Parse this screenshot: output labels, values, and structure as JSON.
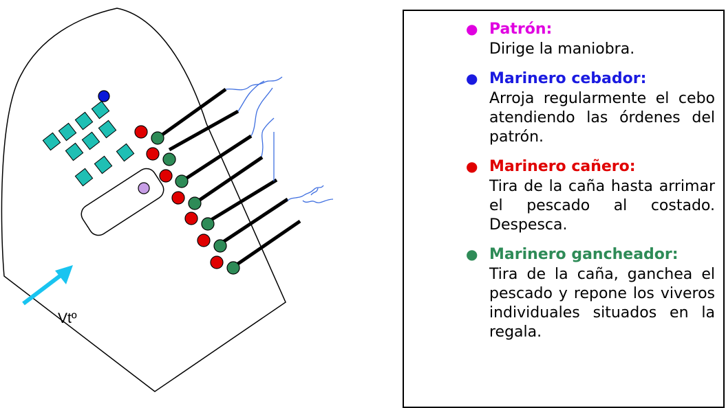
{
  "diagram": {
    "wind_label": "Vtº"
  },
  "legend": {
    "items": [
      {
        "title": "Patrón:",
        "description": "Dirige la maniobra.",
        "color": "#e000e0"
      },
      {
        "title": "Marinero cebador:",
        "description": "Arroja regularmente el cebo atendiendo las órdenes del patrón.",
        "color": "#1a1ae0"
      },
      {
        "title": "Marinero cañero:",
        "description": "Tira de la caña hasta arrimar el pescado al costado. Despesca.",
        "color": "#e00000"
      },
      {
        "title": "Marinero gancheador:",
        "description": "Tira de la caña, ganchea el pescado y repone los viveros individuales situados en la regala.",
        "color": "#2e8b57"
      }
    ]
  },
  "colors": {
    "bait_tank": "#1fbfb4",
    "cebador_dot": "#0a18d8",
    "patron_dot": "#c79ee6",
    "canero_dot": "#e00000",
    "gancheador_dot": "#2e8b57",
    "fishing_line": "#3f6fe0",
    "wind_arrow": "#19c4f0"
  }
}
